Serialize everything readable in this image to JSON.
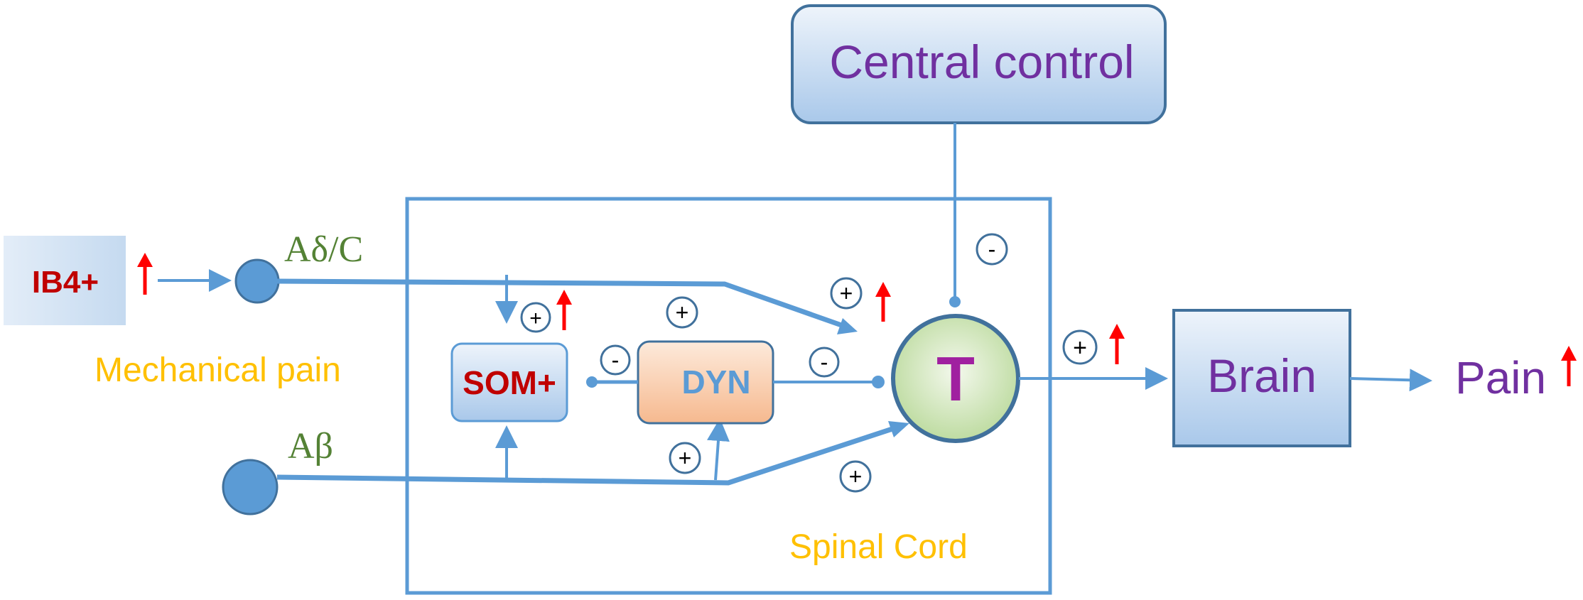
{
  "labels": {
    "central_control": "Central control",
    "ib4": "IB4+",
    "a_delta_c": "Aδ/C",
    "mechanical_pain": "Mechanical pain",
    "som": "SOM+",
    "dyn": "DYN",
    "t_cell": "T",
    "a_beta": "Aβ",
    "brain": "Brain",
    "pain": "Pain",
    "spinal_cord": "Spinal Cord"
  },
  "signs": {
    "plus": "+",
    "minus": "-"
  },
  "colors": {
    "line_blue": "#5b9bd5",
    "box_border": "#41719c",
    "purple_text": "#7030a0",
    "dark_red_text": "#c00000",
    "green_text": "#548235",
    "yellow_text": "#ffc000",
    "t_text": "#a020a0",
    "up_arrow_red": "#ff0000"
  }
}
